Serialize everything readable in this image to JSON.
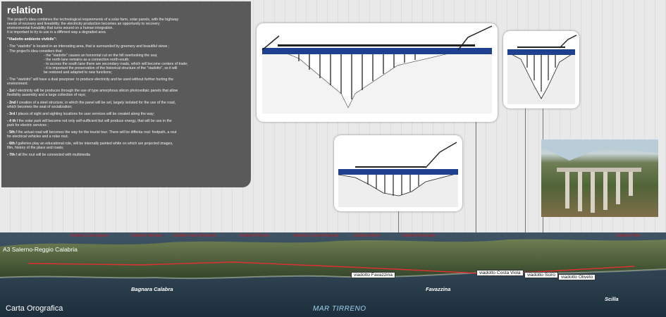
{
  "panel": {
    "title": "relation",
    "intro": [
      "The project's idea combines the technological requirements of a solar farm, solar panels, with the highway",
      "needs of recovery and liveability; the electricity production becomes an opportunity to recovery",
      "environmental liveability that turns wound on a human integration.",
      "It is important to try to use in a different way a degraded area"
    ],
    "heading": "\"Viadotto ambiente vivibile\":",
    "context": [
      "- The \"viadotto\" is located in an interesting area, that is surrounded by greenery and beautiful views ;",
      "- The project's idea considers that:"
    ],
    "considers": [
      "- the \"viadotto\" causes an horzontal cut on the hill overlooking the sea;",
      "- the north lane remains as a connection north-south;",
      "- to access the south lane there are secondary roads, which will become centers of trade;",
      "- it is important the preservation of the historical structure of the \"viadotto\", so it will",
      "be restored and adapted to new functions;"
    ],
    "purpose": [
      "- The \"viadotto\" will have a dual pourpose: to produce electricity and be used without further hurting the",
      "environment:"
    ],
    "points": [
      {
        "num": "- 1st /",
        "text": "electricity will be produces through the use of type amorphous silicon photovoltaic panels that allow",
        "more": "flexibility assembly and a large collection of rays;"
      },
      {
        "num": "- 2nd /",
        "text": "creation of a steel structure, in which the panel will be set, largely isolated for the use of the road,",
        "more": "which becomes the seat of socialization;"
      },
      {
        "num": "- 3rd /",
        "text": "places of sight and sighting locations for user services will be created  along the way;",
        "more": ""
      },
      {
        "num": "- 4 th /",
        "text": "the solar park will become not only self-sufficient but will produce energy, that will be use in the",
        "more": "park for electric services ;"
      },
      {
        "num": "- 5th /",
        "text": "the actual road will becomes the way for the tourist tour. There will be diffenta rout: footpath, a rout",
        "more": "for electrical vehicles and a relax rout."
      },
      {
        "num": "- 6th /",
        "text": "galleries play an educational role, will be internally painted white on which are projected images,",
        "more": "film, history of the place and roads;"
      },
      {
        "num": "- 7th /",
        "text": "all the rout will be connected with multimedia",
        "more": ""
      }
    ]
  },
  "map": {
    "title": "Carta Orografica",
    "sea": "MAR TIRRENO",
    "highway": "A3 Salerno-Reggio Calabria",
    "places": [
      "Bagnara Calabra",
      "Favazzina",
      "Scilla"
    ],
    "galleries": [
      "Galleria Cacciapulu",
      "Galleria Vardaru",
      "Galleria San Giovanni",
      "Galleria Filicusi",
      "Galleria Costa Manousi",
      "Galleria Muro",
      "Galleria Brancato",
      "Galleria Paci"
    ],
    "viaducts": [
      "viadotto Favazzina",
      "viadotto Costa Viola",
      "viadotto Sciro",
      "viadotto Oliveto"
    ]
  },
  "colors": {
    "panel": "#5a5a5a",
    "road": "#1f3f8f",
    "gallery_label": "#c2202a",
    "route": "#e03030"
  }
}
